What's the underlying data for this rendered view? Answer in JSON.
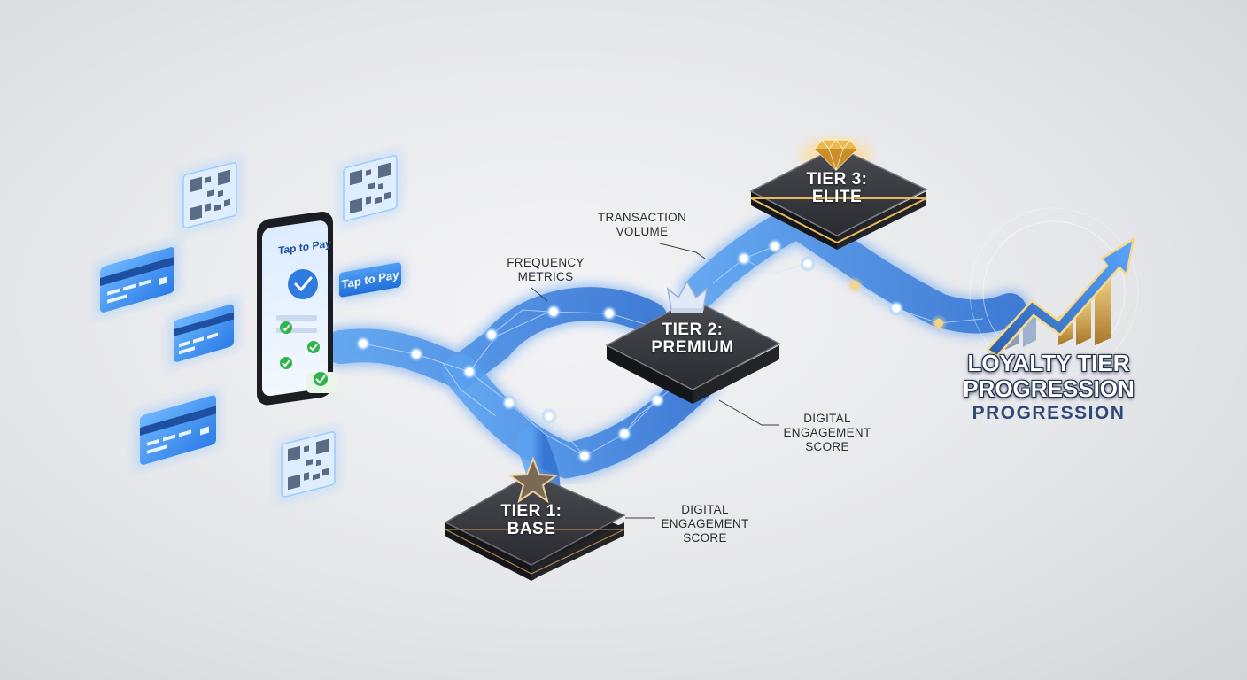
{
  "title": {
    "line1": "LOYALTY TIER",
    "line2": "PROGRESSION",
    "line3": "PROGRESSION"
  },
  "phone": {
    "screen_label": "Tap to Pay",
    "button_label": "Tap to Pay"
  },
  "tiers": [
    {
      "line1": "TIER 1:",
      "line2": "BASE",
      "icon": "star-icon"
    },
    {
      "line1": "TIER 2:",
      "line2": "PREMIUM",
      "icon": "crown-icon"
    },
    {
      "line1": "TIER 3:",
      "line2": "ELITE",
      "icon": "diamond-icon"
    }
  ],
  "labels": {
    "transaction": [
      "TRANSACTION",
      "VOLUME"
    ],
    "frequency": [
      "FREQUENCY",
      "METRICS"
    ],
    "digital_mid": [
      "DIGITAL",
      "ENGAGEMENT",
      "SCORE"
    ],
    "digital_low": [
      "DIGITAL",
      "ENGAGEMENT",
      "SCORE"
    ]
  },
  "icons": [
    "qr-code-icon",
    "credit-card-icon",
    "smartphone-icon",
    "check-icon",
    "growth-arrow-icon",
    "bar-chart-icon"
  ],
  "colors": {
    "path_blue": "#3a86e8",
    "node_glow": "#e8f4ff",
    "gold_node": "#f2c46a",
    "tier_top": "#3a3b40",
    "tier_side": "#1f2024",
    "gold": "#d8a444",
    "title_navy": "#2f4a78"
  }
}
